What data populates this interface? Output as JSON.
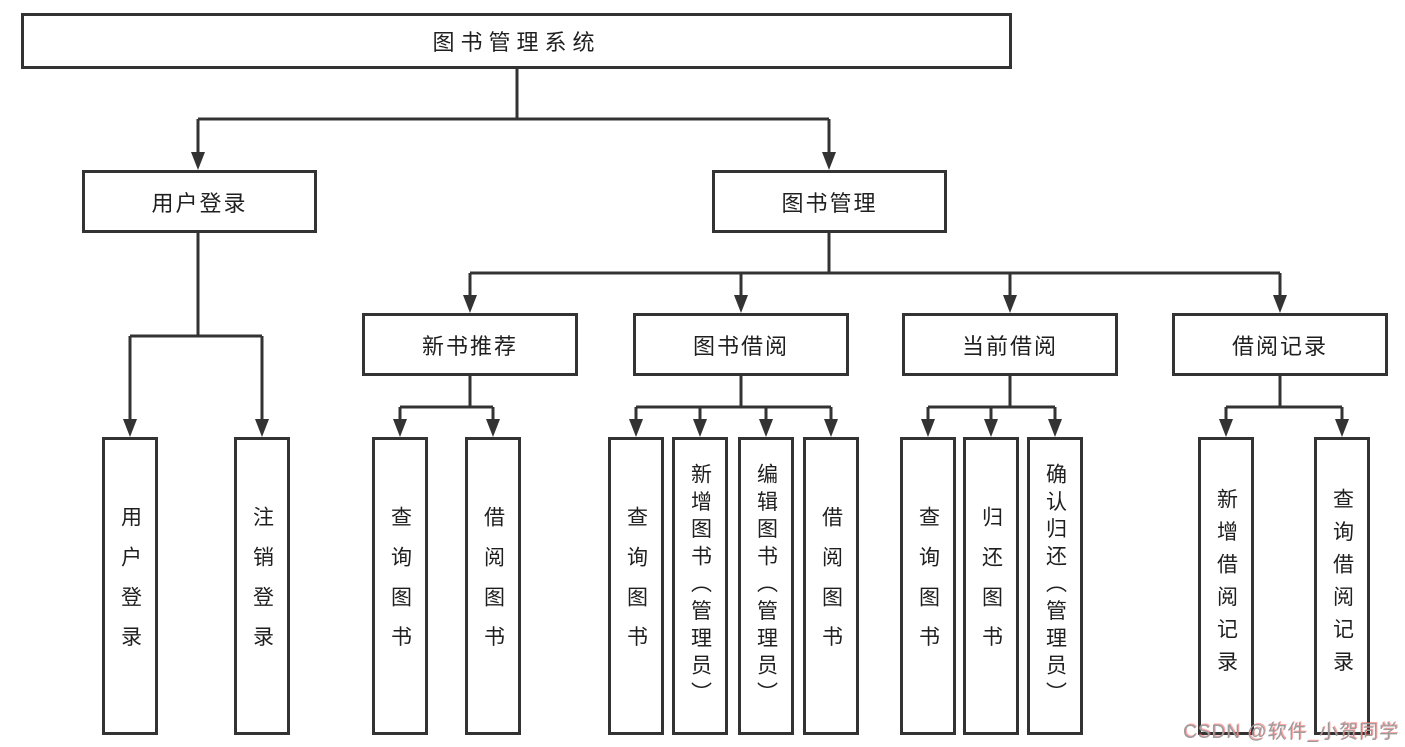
{
  "diagram_title": "图书管理系统",
  "hierarchy": {
    "label": "图书管理系统",
    "children": [
      {
        "label": "用户登录",
        "children": [
          {
            "label": "用户登录"
          },
          {
            "label": "注销登录"
          }
        ]
      },
      {
        "label": "图书管理",
        "children": [
          {
            "label": "新书推荐",
            "children": [
              {
                "label": "查询图书"
              },
              {
                "label": "借阅图书"
              }
            ]
          },
          {
            "label": "图书借阅",
            "children": [
              {
                "label": "查询图书"
              },
              {
                "label": "新增图书（管理员）"
              },
              {
                "label": "编辑图书（管理员）"
              },
              {
                "label": "借阅图书"
              }
            ]
          },
          {
            "label": "当前借阅",
            "children": [
              {
                "label": "查询图书"
              },
              {
                "label": "归还图书"
              },
              {
                "label": "确认归还（管理员）"
              }
            ]
          },
          {
            "label": "借阅记录",
            "children": [
              {
                "label": "新增借阅记录"
              },
              {
                "label": "查询借阅记录"
              }
            ]
          }
        ]
      }
    ]
  },
  "watermark": {
    "text": "CSDN @软件_小贺同学"
  },
  "colors": {
    "line": "#333333",
    "box_border": "#333333",
    "text": "#1f1f1f",
    "background": "#ffffff",
    "watermark_gray": "#9c9c9c",
    "watermark_accent": "#ff5a5a"
  }
}
